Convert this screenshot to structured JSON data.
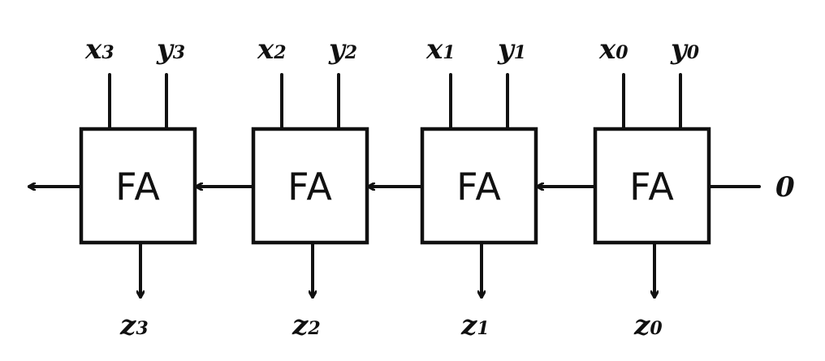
{
  "diagram": {
    "blocks": [
      {
        "label": "FA",
        "input_a": "x",
        "input_a_sub": "3",
        "input_b": "y",
        "input_b_sub": "3",
        "output": "z",
        "output_sub": "3"
      },
      {
        "label": "FA",
        "input_a": "x",
        "input_a_sub": "2",
        "input_b": "y",
        "input_b_sub": "2",
        "output": "z",
        "output_sub": "2"
      },
      {
        "label": "FA",
        "input_a": "x",
        "input_a_sub": "1",
        "input_b": "y",
        "input_b_sub": "1",
        "output": "z",
        "output_sub": "1"
      },
      {
        "label": "FA",
        "input_a": "x",
        "input_a_sub": "0",
        "input_b": "y",
        "input_b_sub": "0",
        "output": "z",
        "output_sub": "0"
      }
    ],
    "carry_in": "0",
    "stroke_color": "#111111"
  }
}
